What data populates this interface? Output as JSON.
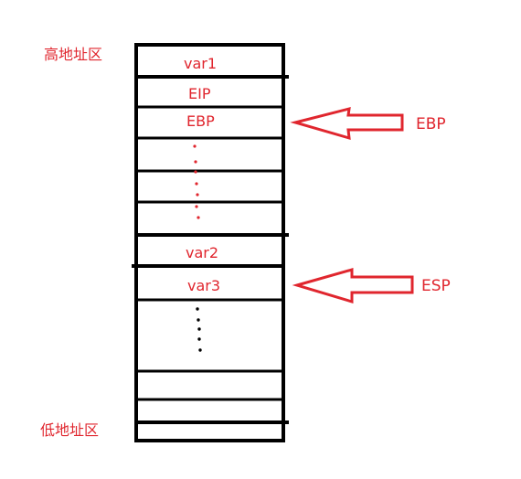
{
  "labels": {
    "high_address": "高地址区",
    "low_address": "低地址区"
  },
  "cells": {
    "var1": "var1",
    "eip": "EIP",
    "ebp": "EBP",
    "var2": "var2",
    "var3": "var3"
  },
  "pointers": {
    "ebp": "EBP",
    "esp": "ESP"
  },
  "colors": {
    "accent": "#e0262e",
    "outline": "#000000"
  }
}
